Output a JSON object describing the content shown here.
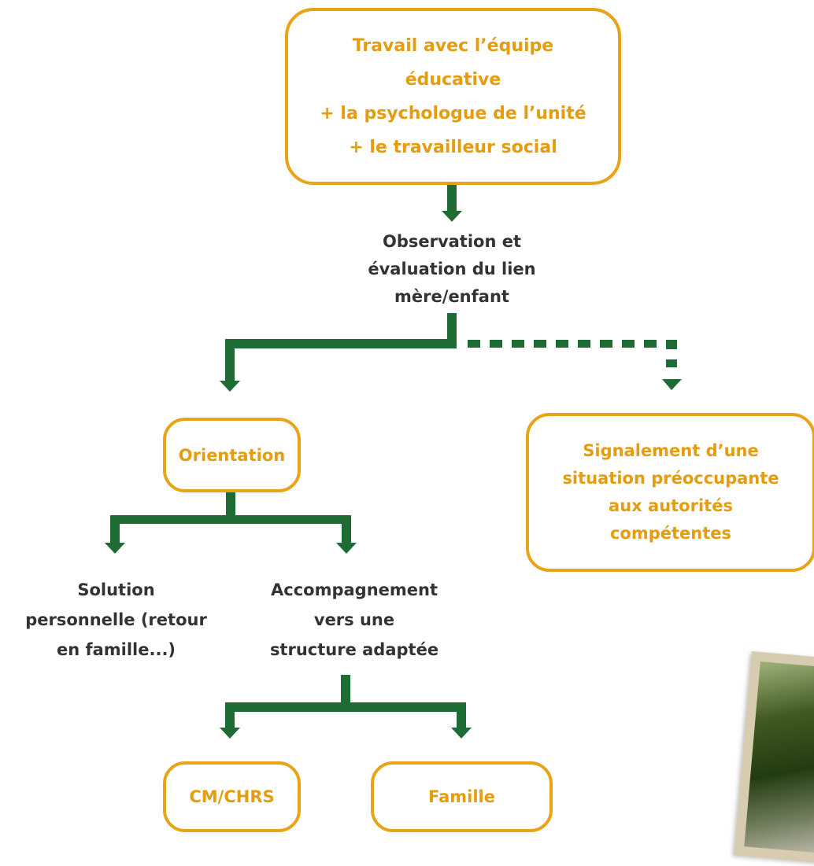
{
  "diagram": {
    "colors": {
      "box_border": "#e8a317",
      "box_text": "#e59c0f",
      "connector": "#1f6b34",
      "label_text": "#333333"
    },
    "top_box": {
      "line1": "Travail avec l’équipe",
      "line2": "éducative",
      "line3": "+ la psychologue de l’unité",
      "line4": "+ le travailleur social"
    },
    "observation": {
      "line1": "Observation et",
      "line2": "évaluation du lien",
      "line3": "mère/enfant"
    },
    "orientation_box": {
      "label": "Orientation"
    },
    "signalement_box": {
      "line1": "Signalement d’une",
      "line2": "situation préoccupante",
      "line3": "aux autorités",
      "line4": "compétentes"
    },
    "solution": {
      "line1": "Solution",
      "line2": "personnelle (retour",
      "line3": "en famille...)"
    },
    "accompagnement": {
      "line1": "Accompagnement",
      "line2": "vers une",
      "line3": "structure adaptée"
    },
    "cm_chrs_box": {
      "label": "CM/CHRS"
    },
    "famille_box": {
      "label": "Famille"
    }
  }
}
